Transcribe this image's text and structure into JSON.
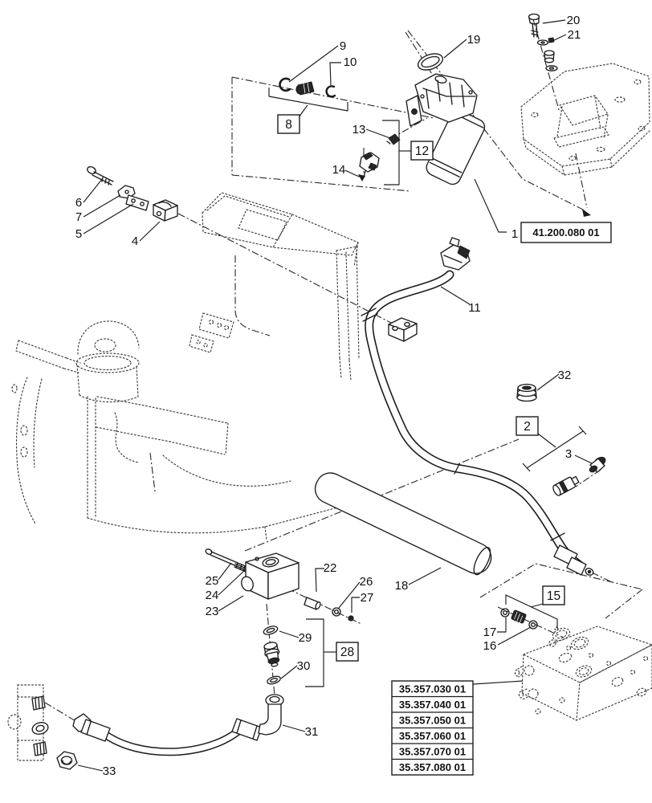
{
  "diagram": {
    "callouts": {
      "n1": "1",
      "n2": "2",
      "n3": "3",
      "n4": "4",
      "n5": "5",
      "n6": "6",
      "n7": "7",
      "n8": "8",
      "n9": "9",
      "n10": "10",
      "n11": "11",
      "n12": "12",
      "n13": "13",
      "n14": "14",
      "n15": "15",
      "n16": "16",
      "n17": "17",
      "n18": "18",
      "n19": "19",
      "n20": "20",
      "n21": "21",
      "n22": "22",
      "n23": "23",
      "n24": "24",
      "n25": "25",
      "n26": "26",
      "n27": "27",
      "n28": "28",
      "n29": "29",
      "n30": "30",
      "n31": "31",
      "n32": "32",
      "n33": "33"
    },
    "assembly_ref_code": "41.200.080 01",
    "valve_ref_codes": [
      "35.357.030 01",
      "35.357.040 01",
      "35.357.050 01",
      "35.357.060 01",
      "35.357.070 01",
      "35.357.080 01"
    ],
    "colors": {
      "line": "#1c1c1c",
      "background": "#ffffff"
    }
  }
}
